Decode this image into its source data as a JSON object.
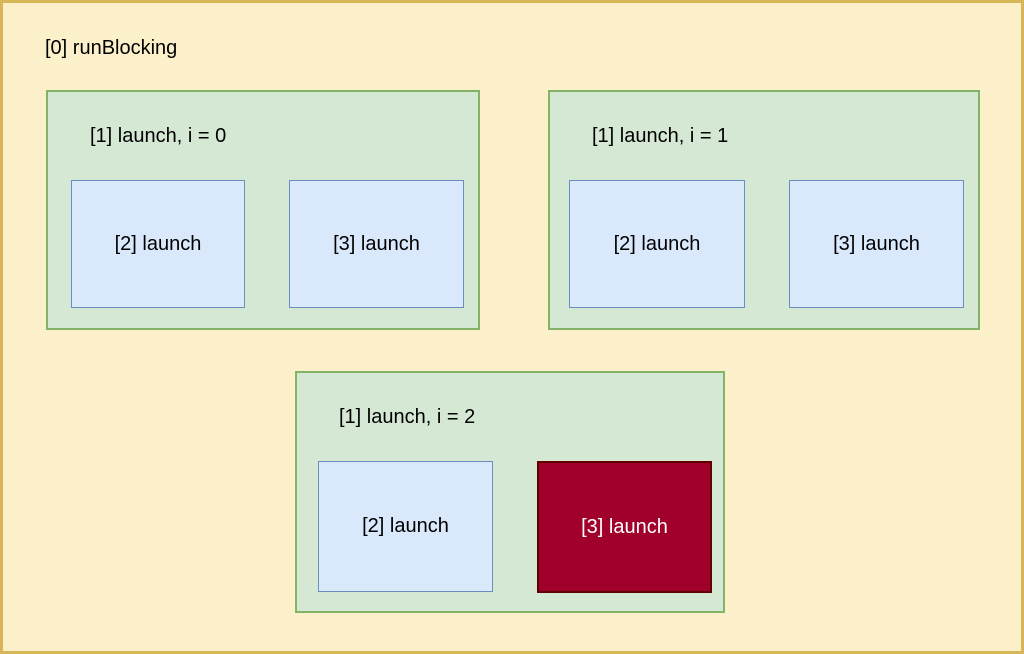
{
  "diagram": {
    "root_label": "[0] runBlocking",
    "groups": [
      {
        "label": "[1] launch, i = 0",
        "children": [
          {
            "label": "[2] launch",
            "highlighted": false
          },
          {
            "label": "[3] launch",
            "highlighted": false
          }
        ]
      },
      {
        "label": "[1] launch, i = 1",
        "children": [
          {
            "label": "[2] launch",
            "highlighted": false
          },
          {
            "label": "[3] launch",
            "highlighted": false
          }
        ]
      },
      {
        "label": "[1] launch, i = 2",
        "children": [
          {
            "label": "[2] launch",
            "highlighted": false
          },
          {
            "label": "[3] launch",
            "highlighted": true
          }
        ]
      }
    ],
    "colors": {
      "canvas_fill": "#FCF0CB",
      "canvas_border": "#D6B656",
      "group_fill": "#D5E8D4",
      "group_border": "#82B366",
      "child_fill": "#DAE8FC",
      "child_border": "#6C8EBF",
      "highlight_fill": "#A1002B",
      "highlight_border": "#5F0000",
      "highlight_text": "#FFFFFF",
      "text": "#000000"
    }
  }
}
